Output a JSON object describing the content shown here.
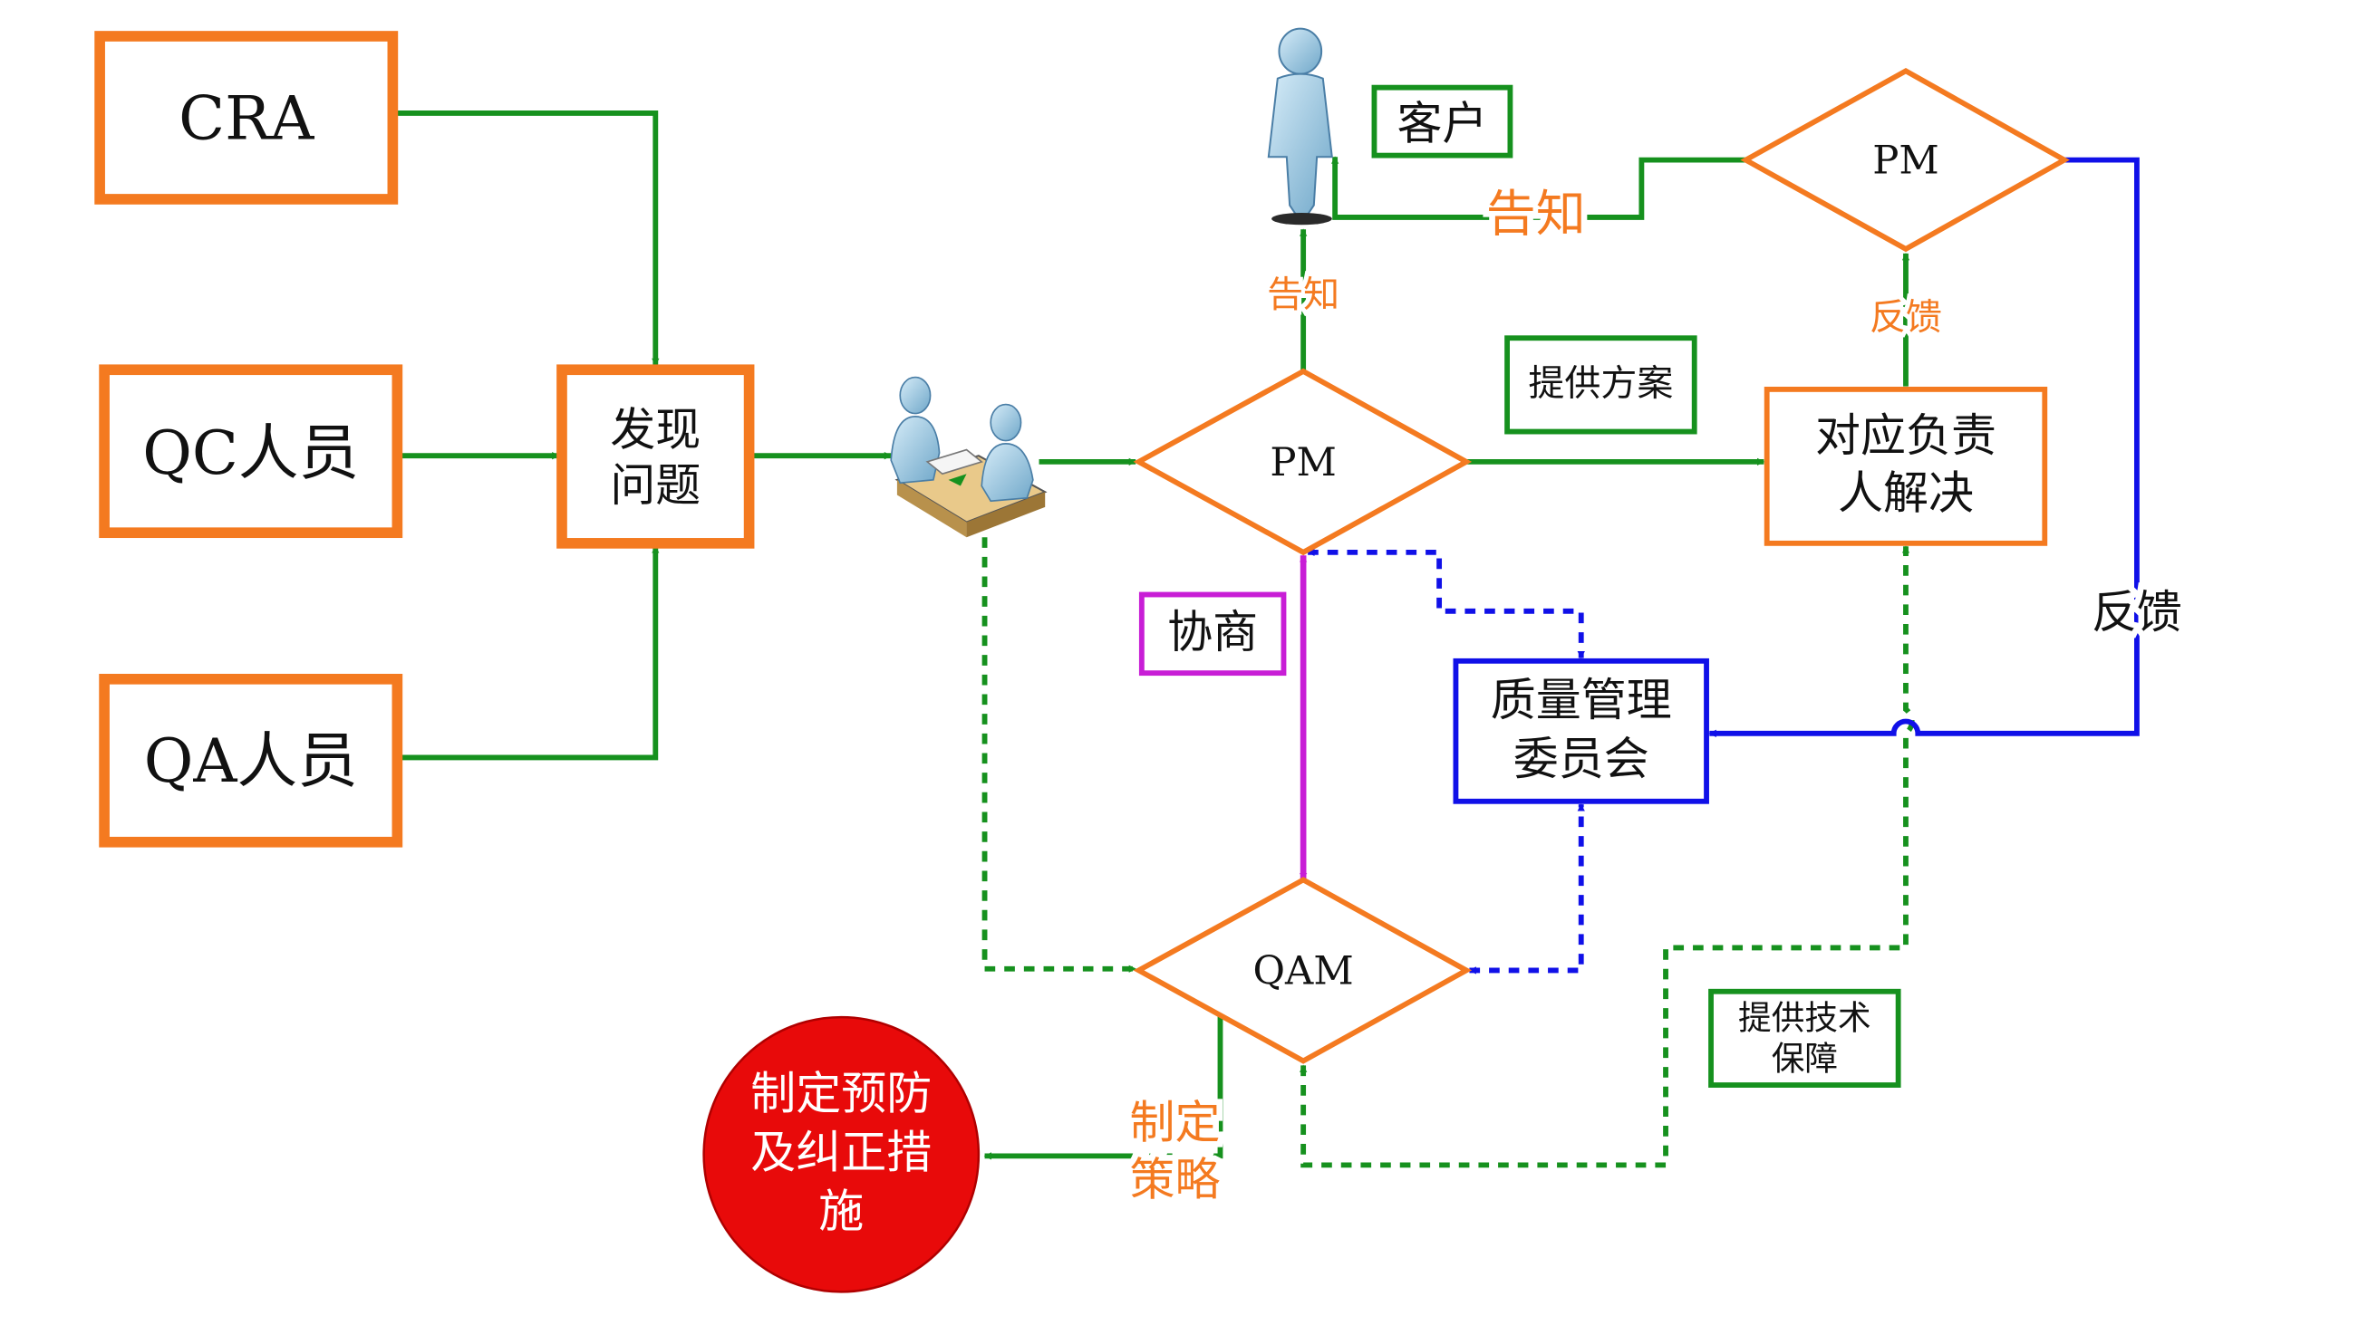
{
  "colors": {
    "orange": "#F47A20",
    "green": "#16911E",
    "blue": "#1010E8",
    "magenta": "#C81ED6",
    "red": "#E80A0A",
    "label_orange": "#F47A20",
    "text": "#111111"
  },
  "sources": {
    "cra": "CRA",
    "qc": "QC人员",
    "qa": "QA人员"
  },
  "discover": {
    "line1": "发现",
    "line2": "问题"
  },
  "pm_main": "PM",
  "pm_top": "PM",
  "qam": "QAM",
  "customer": "客户",
  "notify_small": "告知",
  "notify_large": "告知",
  "feedback_small": "反馈",
  "feedback_right": "反馈",
  "provide_plan": "提供方案",
  "responsible": {
    "line1": "对应负责",
    "line2": "人解决"
  },
  "negotiate": "协商",
  "quality_committee": {
    "line1": "质量管理",
    "line2": "委员会"
  },
  "tech_support": {
    "line1": "提供技术",
    "line2": "保障"
  },
  "strategy": {
    "line1": "制定",
    "line2": "策略"
  },
  "corrective": {
    "line1": "制定预防",
    "line2": "及纠正措",
    "line3": "施"
  },
  "icons": {
    "customer": "person-standing-icon",
    "meeting": "meeting-desk-icon"
  }
}
